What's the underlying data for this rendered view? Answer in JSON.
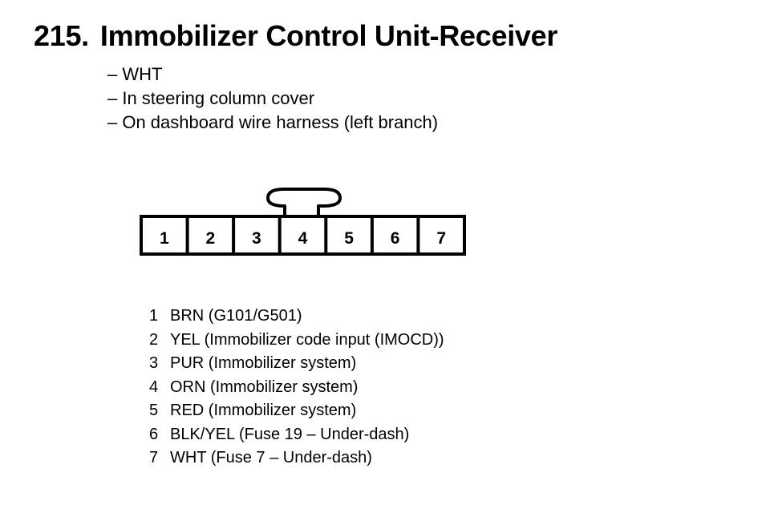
{
  "title": {
    "number": "215.",
    "text": "Immobilizer Control Unit-Receiver"
  },
  "notes": [
    "– WHT",
    "– In steering column cover",
    "– On dashboard wire harness (left branch)"
  ],
  "connector": {
    "pins": [
      "1",
      "2",
      "3",
      "4",
      "5",
      "6",
      "7"
    ]
  },
  "legend": [
    {
      "pin": "1",
      "desc": "BRN (G101/G501)"
    },
    {
      "pin": "2",
      "desc": "YEL (Immobilizer code input (IMOCD))"
    },
    {
      "pin": "3",
      "desc": "PUR (Immobilizer system)"
    },
    {
      "pin": "4",
      "desc": "ORN (Immobilizer system)"
    },
    {
      "pin": "5",
      "desc": "RED (Immobilizer system)"
    },
    {
      "pin": "6",
      "desc": "BLK/YEL (Fuse 19 – Under-dash)"
    },
    {
      "pin": "7",
      "desc": "WHT (Fuse 7 – Under-dash)"
    }
  ]
}
